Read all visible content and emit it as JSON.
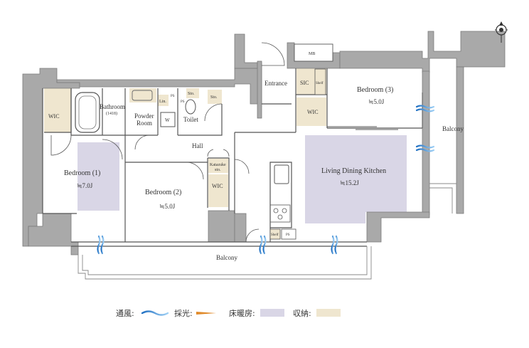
{
  "rooms": {
    "bedroom1": {
      "name": "Bedroom (1)",
      "area": "≒7.0J"
    },
    "bedroom2": {
      "name": "Bedroom (2)",
      "area": "≒5.0J"
    },
    "bedroom3": {
      "name": "Bedroom (3)",
      "area": "≒5.0J"
    },
    "ldk": {
      "name": "Living Dining Kitchen",
      "area": "≒15.2J"
    },
    "bathroom": {
      "name": "Bathroom",
      "size": "(1418)"
    },
    "powder": {
      "line1": "Powder",
      "line2": "Room"
    },
    "toilet": "Toilet",
    "hall": "Hall",
    "entrance": "Entrance",
    "balcony_south": "Balcony",
    "balcony_east": "Balcony"
  },
  "storage": {
    "wic1": "WIC",
    "wic2": "WIC",
    "wic3": "WIC",
    "sic": "SIC",
    "shelf_entrance": "Shelf",
    "shelf_kitchen": "Shelf",
    "lin": "Lin.",
    "sto_toilet": "Sto.",
    "sto_hall": "Sto.",
    "katazuke_1": "Katazuke",
    "katazuke_2": "sto."
  },
  "fixtures": {
    "ps1": "PS",
    "ps2": "PS",
    "ps3": "PS",
    "w": "W",
    "mb": "MB"
  },
  "legend": {
    "ventilation": "通風:",
    "daylight": "採光:",
    "floor_heating": "床暖房:",
    "storage": "収納:"
  },
  "colors": {
    "wall": "#a9a9a9",
    "storage": "#efe6cf",
    "floor_heating": "#d9d6e6",
    "ventilation": "#3d8fd6",
    "daylight": "#e08a2a"
  },
  "icons": {
    "compass": "compass-north-icon"
  }
}
